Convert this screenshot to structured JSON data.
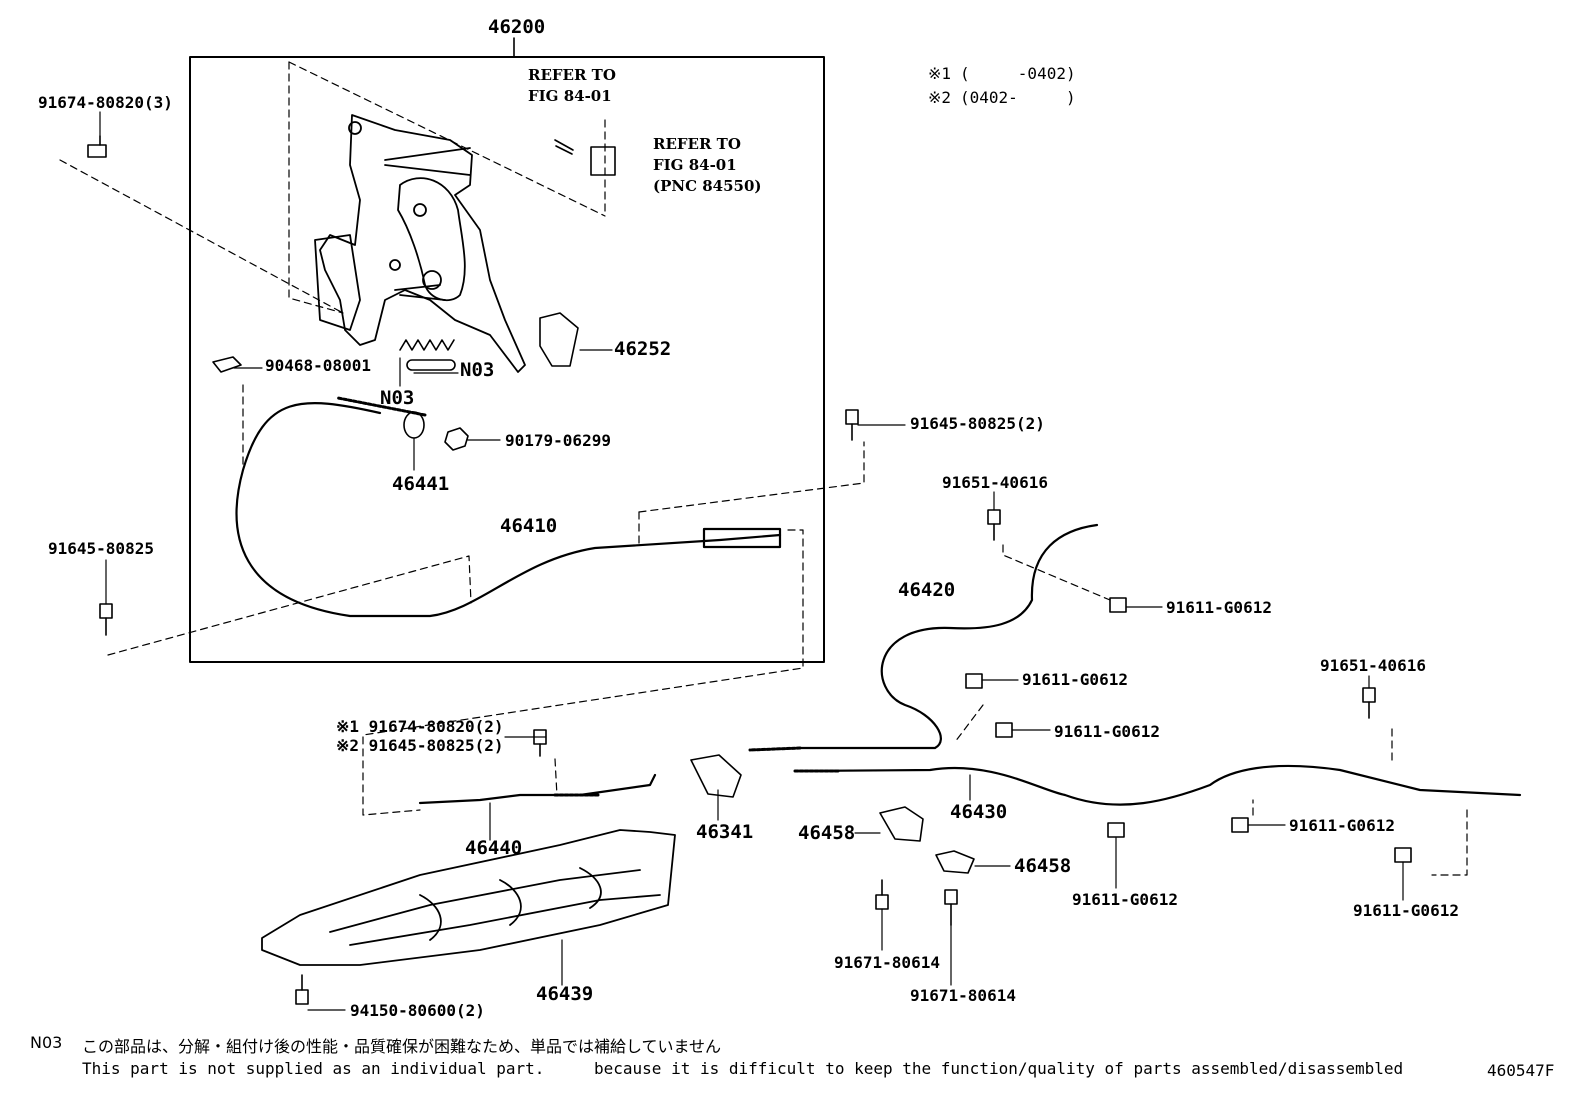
{
  "diagram": {
    "assembly_number": "46200",
    "legend": {
      "l1_mark": "※1",
      "l1_range": "(     -0402)",
      "l2_mark": "※2",
      "l2_range": "(0402-     )"
    },
    "refer1": {
      "line1": "REFER TO",
      "line2": "FIG 84-01"
    },
    "refer2": {
      "line1": "REFER TO",
      "line2": "FIG 84-01",
      "line3": "(PNC 84550)"
    },
    "part_labels": {
      "p91674_80820_3": "91674-80820(3)",
      "p90468_08001": "90468-08001",
      "p46252": "46252",
      "n03_a": "N03",
      "n03_b": "N03",
      "p90179_06299": "90179-06299",
      "p46441": "46441",
      "p91645_80825_2": "91645-80825(2)",
      "p91645_80825": "91645-80825",
      "p46410": "46410",
      "p91651_40616_a": "91651-40616",
      "p91611_G0612_a": "91611-G0612",
      "p46420": "46420",
      "p91611_G0612_b": "91611-G0612",
      "p91611_G0612_c": "91611-G0612",
      "p91651_40616_b": "91651-40616",
      "p91674_80820_2": "※1 91674-80820(2)",
      "p91645_80825_2b": "※2 91645-80825(2)",
      "p46440": "46440",
      "p46341": "46341",
      "p46458_a": "46458",
      "p46430": "46430",
      "p46458_b": "46458",
      "p91611_G0612_d": "91611-G0612",
      "p91611_G0612_e": "91611-G0612",
      "p91611_G0612_f": "91611-G0612",
      "p46439": "46439",
      "p91671_80614_a": "91671-80614",
      "p91671_80614_b": "91671-80614",
      "p94150_80600_2": "94150-80600(2)"
    },
    "footnote": {
      "code": "N03",
      "japanese": "この部品は、分解・組付け後の性能・品質確保が困難なため、単品では補給していません",
      "english_1": "This part is not supplied as an individual part.",
      "english_2": "because it is difficult to keep the function/quality of parts assembled/disassembled"
    },
    "figure_code": "460547F"
  }
}
